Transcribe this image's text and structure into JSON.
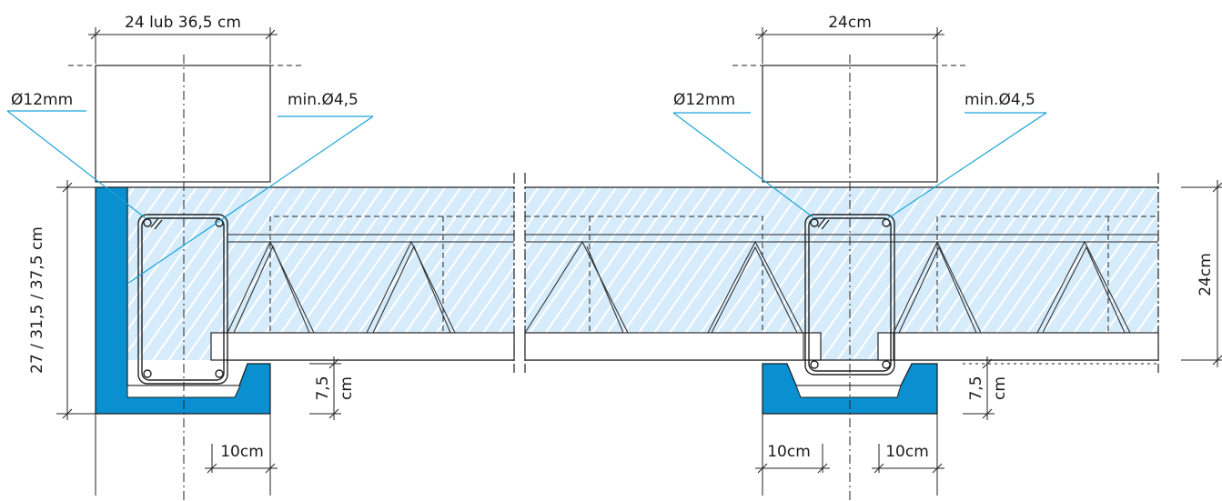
{
  "left_support": {
    "wall_width": "24 lub 36,5 cm",
    "bar_diameter": "Ø12mm",
    "stirrup": "min.Ø4,5",
    "height": "27 / 31,5 / 37,5 cm",
    "ledge_height": [
      "7,5",
      "cm"
    ],
    "ledge_width": "10cm"
  },
  "middle_support": {
    "wall_width": "24cm",
    "bar_diameter": "Ø12mm",
    "stirrup": "min.Ø4,5",
    "left_ledge_width": "10cm",
    "right_ledge_width": "10cm"
  },
  "right_end": {
    "slab_thickness": "24cm",
    "ledge_height": [
      "7,5",
      "cm"
    ]
  },
  "colors": {
    "beam_blue": "#0a8fd1",
    "slab_fill": "#d6ecfb",
    "leader": "#1aa3d9"
  }
}
